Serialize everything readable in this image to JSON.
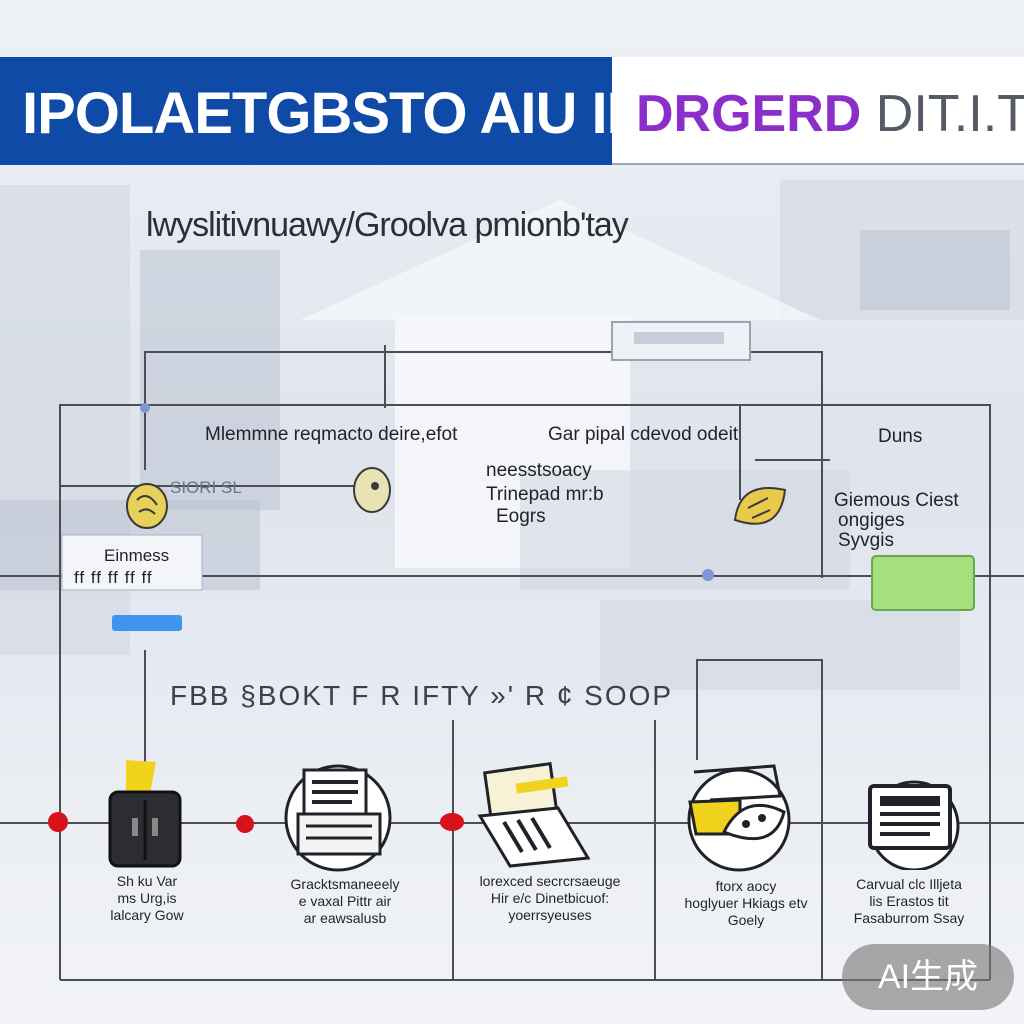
{
  "header": {
    "title_left": "IPOLAETGBSTO AIU II ELY",
    "title_right_main": "DRGERD",
    "title_right_tail": "DIT.I.T"
  },
  "subtitle": "lwyslitivnuawy/Groolva pmionb'tay",
  "top_section": {
    "label_1": "Mlemmne reqmacto deire,efot",
    "label_2": "Gar pipal cdevod odeit",
    "label_3": "Duns",
    "label_4_lines": [
      "neesstsoacy",
      "Trinepad mr:b",
      "Eogrs"
    ],
    "label_5_lines": [
      "Giemous Ciest",
      "ongiges",
      "Syvgis"
    ],
    "label_6_lines": [
      "Einmess",
      "ff  ff  ff ff ff"
    ],
    "label_7": "SIORI SL"
  },
  "section2_heading": "FBB  §BOKT F R IFTY  »'  R  ¢ SOOP",
  "steps": [
    {
      "icon": "printer-icon",
      "caption_lines": [
        "Sh ku Var",
        "ms Urg,is",
        "lalcary Gow"
      ]
    },
    {
      "icon": "document-scanner-icon",
      "caption_lines": [
        "Gracktsmaneeely",
        "e vaxal Pittr air",
        "ar eawsalusb"
      ]
    },
    {
      "icon": "laptop-icon",
      "caption_lines": [
        "lorexced secrcrsaeuge",
        "Hir e/c Dinetbicuof:",
        "yoerrsyeuses"
      ]
    },
    {
      "icon": "cloud-drive-icon",
      "caption_lines": [
        "ftorx aocy",
        "hoglyuer Hkiags etv",
        "Goely"
      ]
    },
    {
      "icon": "monitor-icon",
      "caption_lines": [
        "Carvual clc Illjeta",
        "lis Erastos tit",
        "Fasaburrom Ssay"
      ]
    }
  ],
  "badge": "AI生成",
  "colors": {
    "blue_header": "#0e4aa6",
    "purple_text": "#8a2fc9",
    "red_node": "#d8121b",
    "yellow_accent": "#f1d21c",
    "green_panel": "#a6e07e",
    "line": "#4a4f57"
  }
}
